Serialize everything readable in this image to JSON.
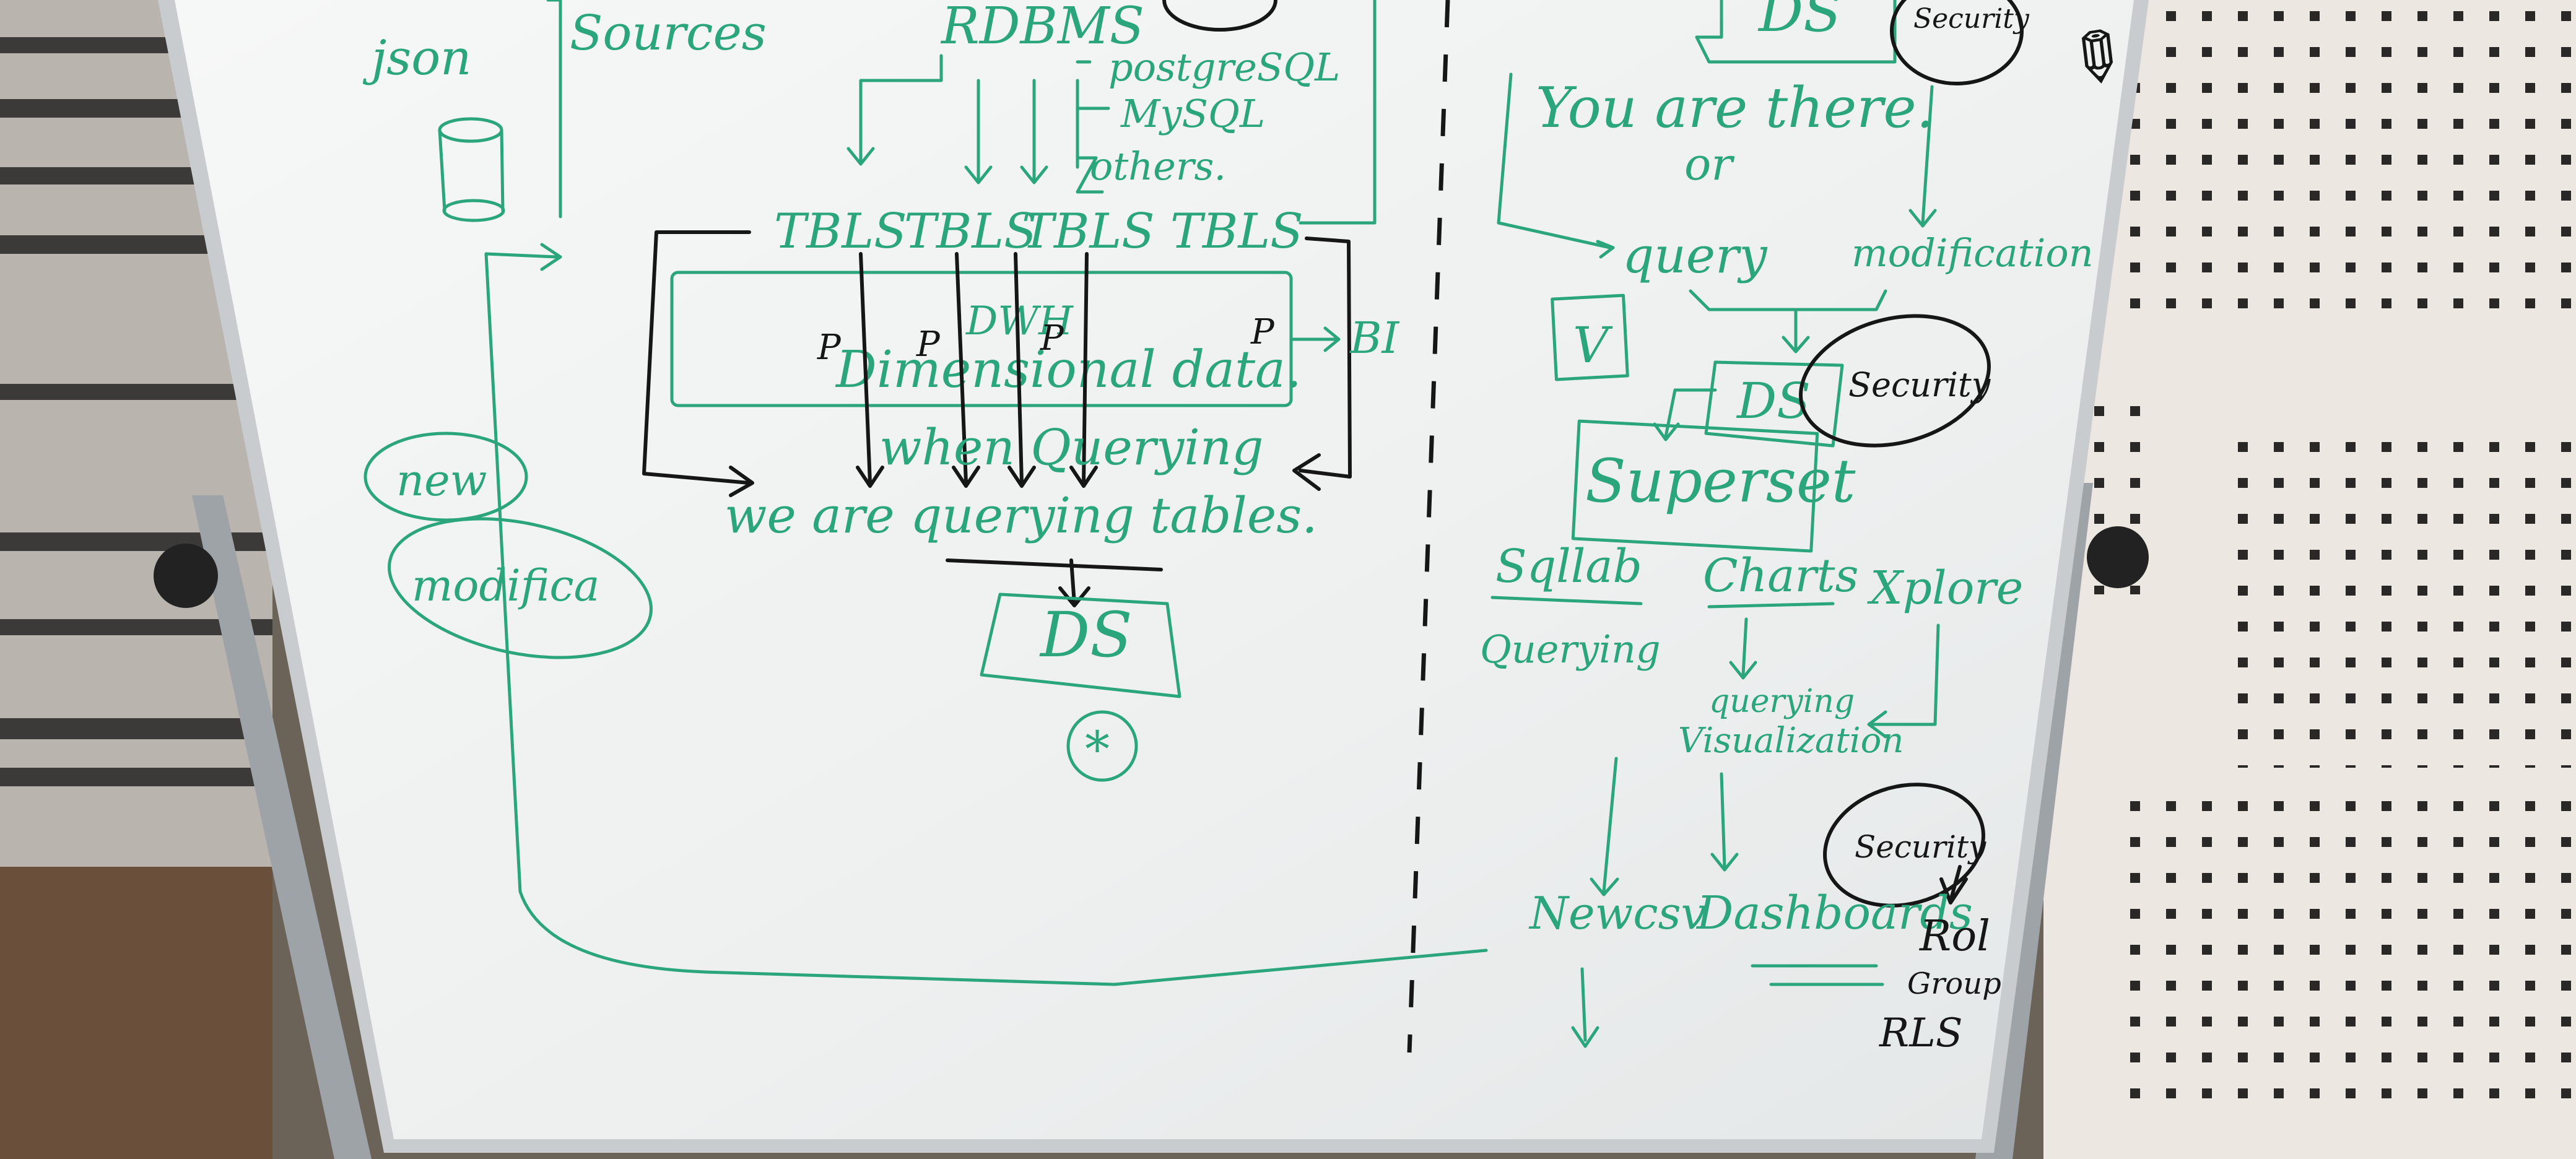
{
  "left": {
    "json": "json",
    "sources": "Sources",
    "rdbms": "RDBMS",
    "postgresql": "postgreSQL",
    "mysql": "MySQL",
    "others": "others.",
    "tbls1": "TBLS",
    "tbls2": "TBLS",
    "tbls3": "TBLS",
    "tbls4": "TBLS",
    "p": "P",
    "dwh": "DWH",
    "dimensional": "Dimensional data.",
    "bi": "BI",
    "when_querying": "when Querying",
    "tables": "we are querying tables.",
    "ds": "DS",
    "new": "new",
    "modification": "modifica"
  },
  "right": {
    "ds_top": "DS",
    "security_top": "Security",
    "you_are_here": "You are there.",
    "or": "or",
    "query": "query",
    "modification": "modification",
    "ds_mid": "DS",
    "security_mid": "Security",
    "superset": "Superset",
    "sqllab": "Sqllab",
    "charts": "Charts",
    "xplore": "Xplore",
    "querying": "Querying",
    "querying_viz": "querying",
    "visualization": "Visualization",
    "security_bottom": "Security",
    "newcsv": "Newcsv",
    "dashboards": "Dashboards",
    "rol": "Rol",
    "group": "Group",
    "rls": "RLS"
  },
  "colors": {
    "marker_green": "#2aa57c",
    "marker_black": "#161616",
    "board_white": "#f1f3f3",
    "frame": "#c8ccce",
    "wall_panel": "#ece7e0",
    "perforation": "#2a2826"
  }
}
